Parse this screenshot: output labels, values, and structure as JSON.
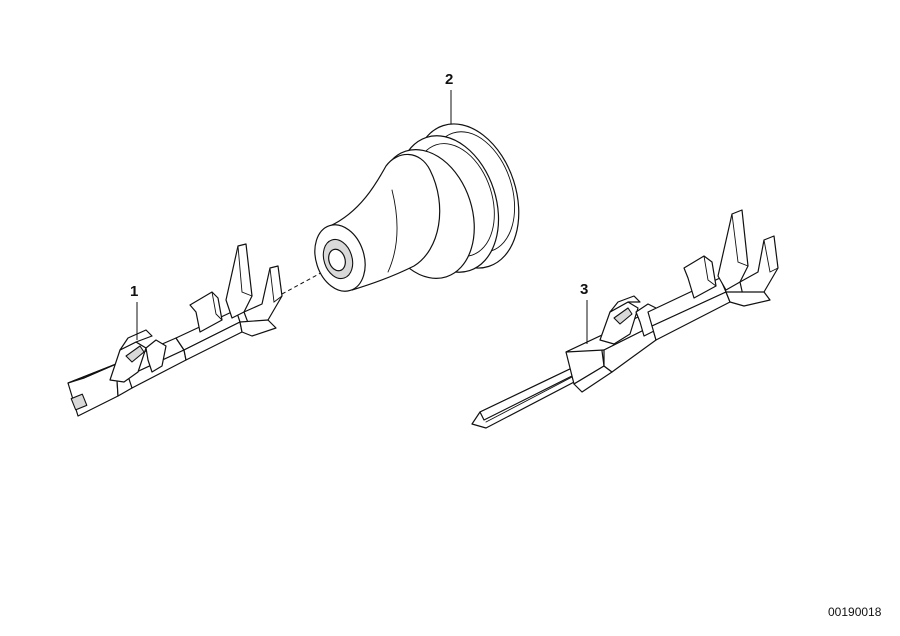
{
  "callouts": {
    "part1": "1",
    "part2": "2",
    "part3": "3"
  },
  "document_number": "00190018"
}
